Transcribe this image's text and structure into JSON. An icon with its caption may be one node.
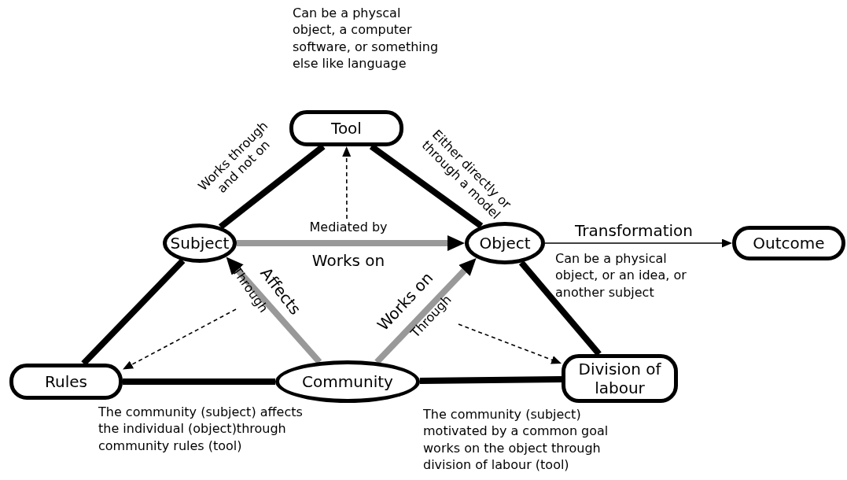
{
  "diagram": {
    "nodes": [
      {
        "text": [
          "Tool"
        ],
        "beside": [
          "Can be a physcal object, a computer software, or something else like language"
        ]
      },
      {
        "text": [
          "Subject"
        ]
      },
      {
        "text": [
          "Object"
        ],
        "beside": [
          "Can be a physical object, or an idea, or another subject"
        ]
      },
      {
        "text": [
          "Outcome"
        ]
      },
      {
        "text": [
          "Rules"
        ]
      },
      {
        "text": [
          "Community"
        ]
      },
      {
        "text": [
          "Division of labour"
        ]
      }
    ],
    "edges": [
      {
        "from": 1,
        "to": 0,
        "arrow": "none",
        "label": "Works through and not on"
      },
      {
        "from": 0,
        "to": 2,
        "arrow": "none",
        "label": "Either directly or through a model"
      },
      {
        "from": 1,
        "to": 4,
        "arrow": "none"
      },
      {
        "from": 4,
        "to": 5,
        "arrow": "none"
      },
      {
        "from": 5,
        "to": 6,
        "arrow": "none"
      },
      {
        "from": 2,
        "to": 6,
        "arrow": "none"
      },
      {
        "from": 1,
        "to": 2,
        "arrow": "to",
        "color": "#999999",
        "label": "Works on"
      },
      {
        "from": 5,
        "to": 1,
        "arrow": "to",
        "color": "#999999",
        "label": "Affects"
      },
      {
        "from": 5,
        "to": 2,
        "arrow": "to",
        "color": "#999999",
        "label": "Works on"
      },
      {
        "from": 2,
        "to": 3,
        "arrow": "to",
        "label": "Transformation"
      },
      {
        "from": null,
        "to": 0,
        "arrow": "to",
        "style": "dashed",
        "label": "Mediated by"
      },
      {
        "from": null,
        "to": 4,
        "arrow": "to",
        "style": "dashed",
        "label": "Through"
      },
      {
        "from": null,
        "to": 6,
        "arrow": "to",
        "style": "dashed",
        "label": "Through"
      }
    ],
    "labels": [
      "The community (subject) affects the individual (object)through community rules (tool)",
      "The community (subject) motivated by a common goal works on the object through division of labour (tool)"
    ]
  }
}
